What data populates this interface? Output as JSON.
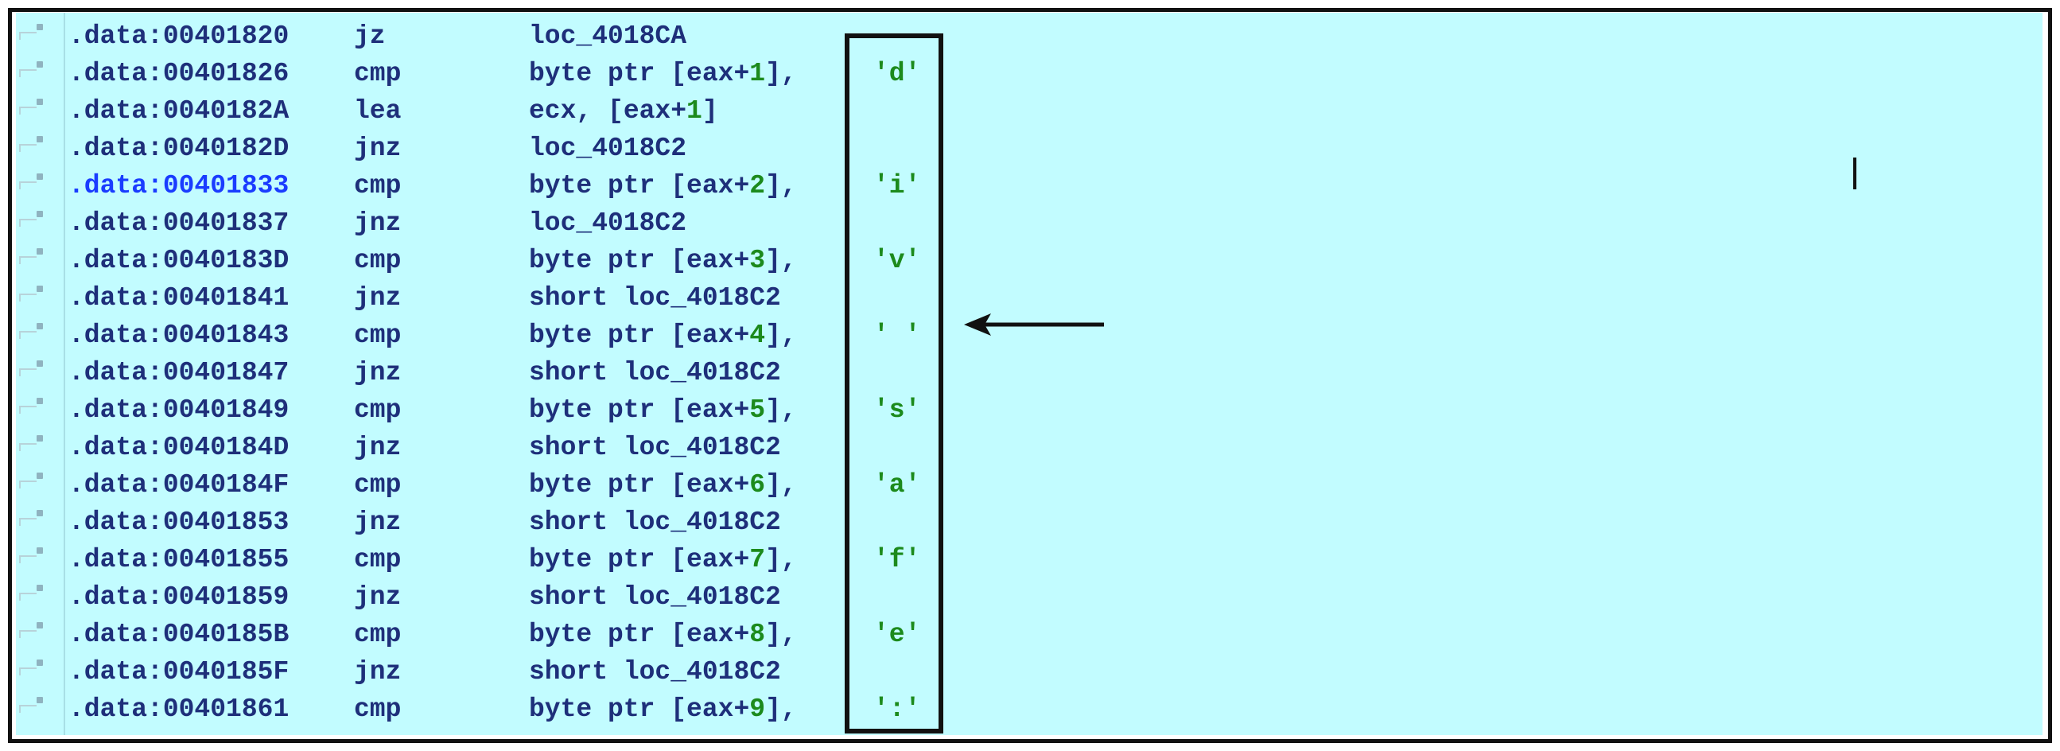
{
  "rows": [
    {
      "addr": ".data:00401820",
      "mn": "jz",
      "op": "loc_4018CA",
      "num": "",
      "tail": "",
      "chr": ""
    },
    {
      "addr": ".data:00401826",
      "mn": "cmp",
      "op": "byte ptr [eax+",
      "num": "1",
      "tail": "],",
      "chr": "'d'"
    },
    {
      "addr": ".data:0040182A",
      "mn": "lea",
      "op": "ecx, [eax+",
      "num": "1",
      "tail": "]",
      "chr": ""
    },
    {
      "addr": ".data:0040182D",
      "mn": "jnz",
      "op": "loc_4018C2",
      "num": "",
      "tail": "",
      "chr": ""
    },
    {
      "addr": ".data:00401833",
      "mn": "cmp",
      "op": "byte ptr [eax+",
      "num": "2",
      "tail": "],",
      "chr": "'i'"
    },
    {
      "addr": ".data:00401837",
      "mn": "jnz",
      "op": "loc_4018C2",
      "num": "",
      "tail": "",
      "chr": ""
    },
    {
      "addr": ".data:0040183D",
      "mn": "cmp",
      "op": "byte ptr [eax+",
      "num": "3",
      "tail": "],",
      "chr": "'v'"
    },
    {
      "addr": ".data:00401841",
      "mn": "jnz",
      "op": "short loc_4018C2",
      "num": "",
      "tail": "",
      "chr": ""
    },
    {
      "addr": ".data:00401843",
      "mn": "cmp",
      "op": "byte ptr [eax+",
      "num": "4",
      "tail": "],",
      "chr": "' '"
    },
    {
      "addr": ".data:00401847",
      "mn": "jnz",
      "op": "short loc_4018C2",
      "num": "",
      "tail": "",
      "chr": ""
    },
    {
      "addr": ".data:00401849",
      "mn": "cmp",
      "op": "byte ptr [eax+",
      "num": "5",
      "tail": "],",
      "chr": "'s'"
    },
    {
      "addr": ".data:0040184D",
      "mn": "jnz",
      "op": "short loc_4018C2",
      "num": "",
      "tail": "",
      "chr": ""
    },
    {
      "addr": ".data:0040184F",
      "mn": "cmp",
      "op": "byte ptr [eax+",
      "num": "6",
      "tail": "],",
      "chr": "'a'"
    },
    {
      "addr": ".data:00401853",
      "mn": "jnz",
      "op": "short loc_4018C2",
      "num": "",
      "tail": "",
      "chr": ""
    },
    {
      "addr": ".data:00401855",
      "mn": "cmp",
      "op": "byte ptr [eax+",
      "num": "7",
      "tail": "],",
      "chr": "'f'"
    },
    {
      "addr": ".data:00401859",
      "mn": "jnz",
      "op": "short loc_4018C2",
      "num": "",
      "tail": "",
      "chr": ""
    },
    {
      "addr": ".data:0040185B",
      "mn": "cmp",
      "op": "byte ptr [eax+",
      "num": "8",
      "tail": "],",
      "chr": "'e'"
    },
    {
      "addr": ".data:0040185F",
      "mn": "jnz",
      "op": "short loc_4018C2",
      "num": "",
      "tail": "",
      "chr": ""
    },
    {
      "addr": ".data:00401861",
      "mn": "cmp",
      "op": "byte ptr [eax+",
      "num": "9",
      "tail": "],",
      "chr": "':'"
    }
  ],
  "highlighted_row_index": 4,
  "colors": {
    "background": "#c2fcff",
    "text": "#1e2f7a",
    "highlight_address": "#1a3cff",
    "string_literal": "#1c8a1c",
    "annotation": "#111111"
  },
  "icons": {
    "arrow": "left-arrow-icon",
    "cursor": "text-cursor-icon"
  }
}
